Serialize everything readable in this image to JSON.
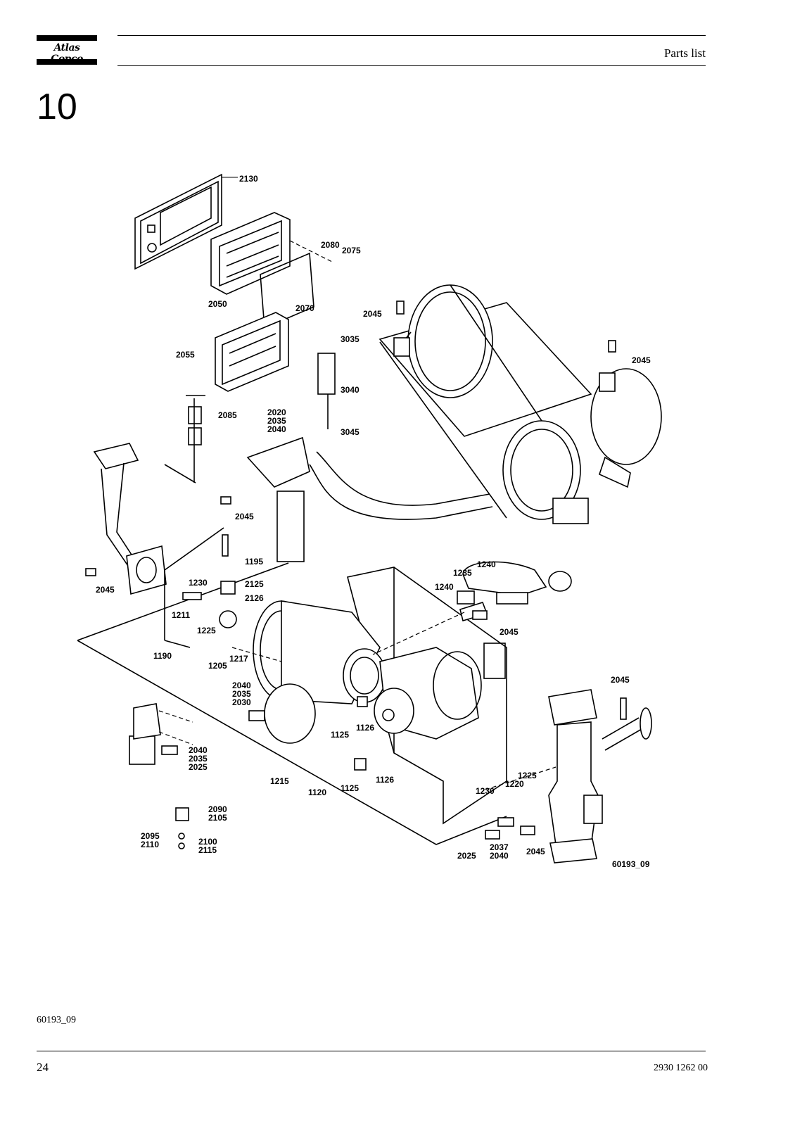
{
  "header": {
    "logo_text": "Atlas Copco",
    "title": "Parts list"
  },
  "section_number": "10",
  "diagram": {
    "figure_ref": "60193_09",
    "callouts": {
      "c2130": "2130",
      "c2080": "2080",
      "c2075": "2075",
      "c2050": "2050",
      "c2070": "2070",
      "c2055": "2055",
      "c3035": "3035",
      "c3040": "3040",
      "c3045": "3045",
      "c2020": "2020",
      "c2035a": "2035",
      "c2040a": "2040",
      "c2085": "2085",
      "c2045a": "2045",
      "c2045b": "2045",
      "c2045c": "2045",
      "c2045d": "2045",
      "c2045e": "2045",
      "c2045f": "2045",
      "c2045g": "2045",
      "c1195": "1195",
      "c2125": "2125",
      "c2126": "2126",
      "c1230a": "1230",
      "c1211": "1211",
      "c1225a": "1225",
      "c1190": "1190",
      "c1205": "1205",
      "c1217": "1217",
      "c1240a": "1240",
      "c1235": "1235",
      "c1240b": "1240",
      "c2040b": "2040",
      "c2035b": "2035",
      "c2030": "2030",
      "c1126a": "1126",
      "c1125a": "1125",
      "c2040c": "2040",
      "c2035c": "2035",
      "c2025a": "2025",
      "c1215": "1215",
      "c1120": "1120",
      "c1125b": "1125",
      "c1126b": "1126",
      "c1225b": "1225",
      "c1220": "1220",
      "c1230b": "1230",
      "c2037": "2037",
      "c2040d": "2040",
      "c2025b": "2025",
      "c2090": "2090",
      "c2105": "2105",
      "c2095": "2095",
      "c2110": "2110",
      "c2100": "2100",
      "c2115": "2115"
    }
  },
  "footer": {
    "figure_ref": "60193_09",
    "page_number": "24",
    "doc_number": "2930 1262 00"
  }
}
